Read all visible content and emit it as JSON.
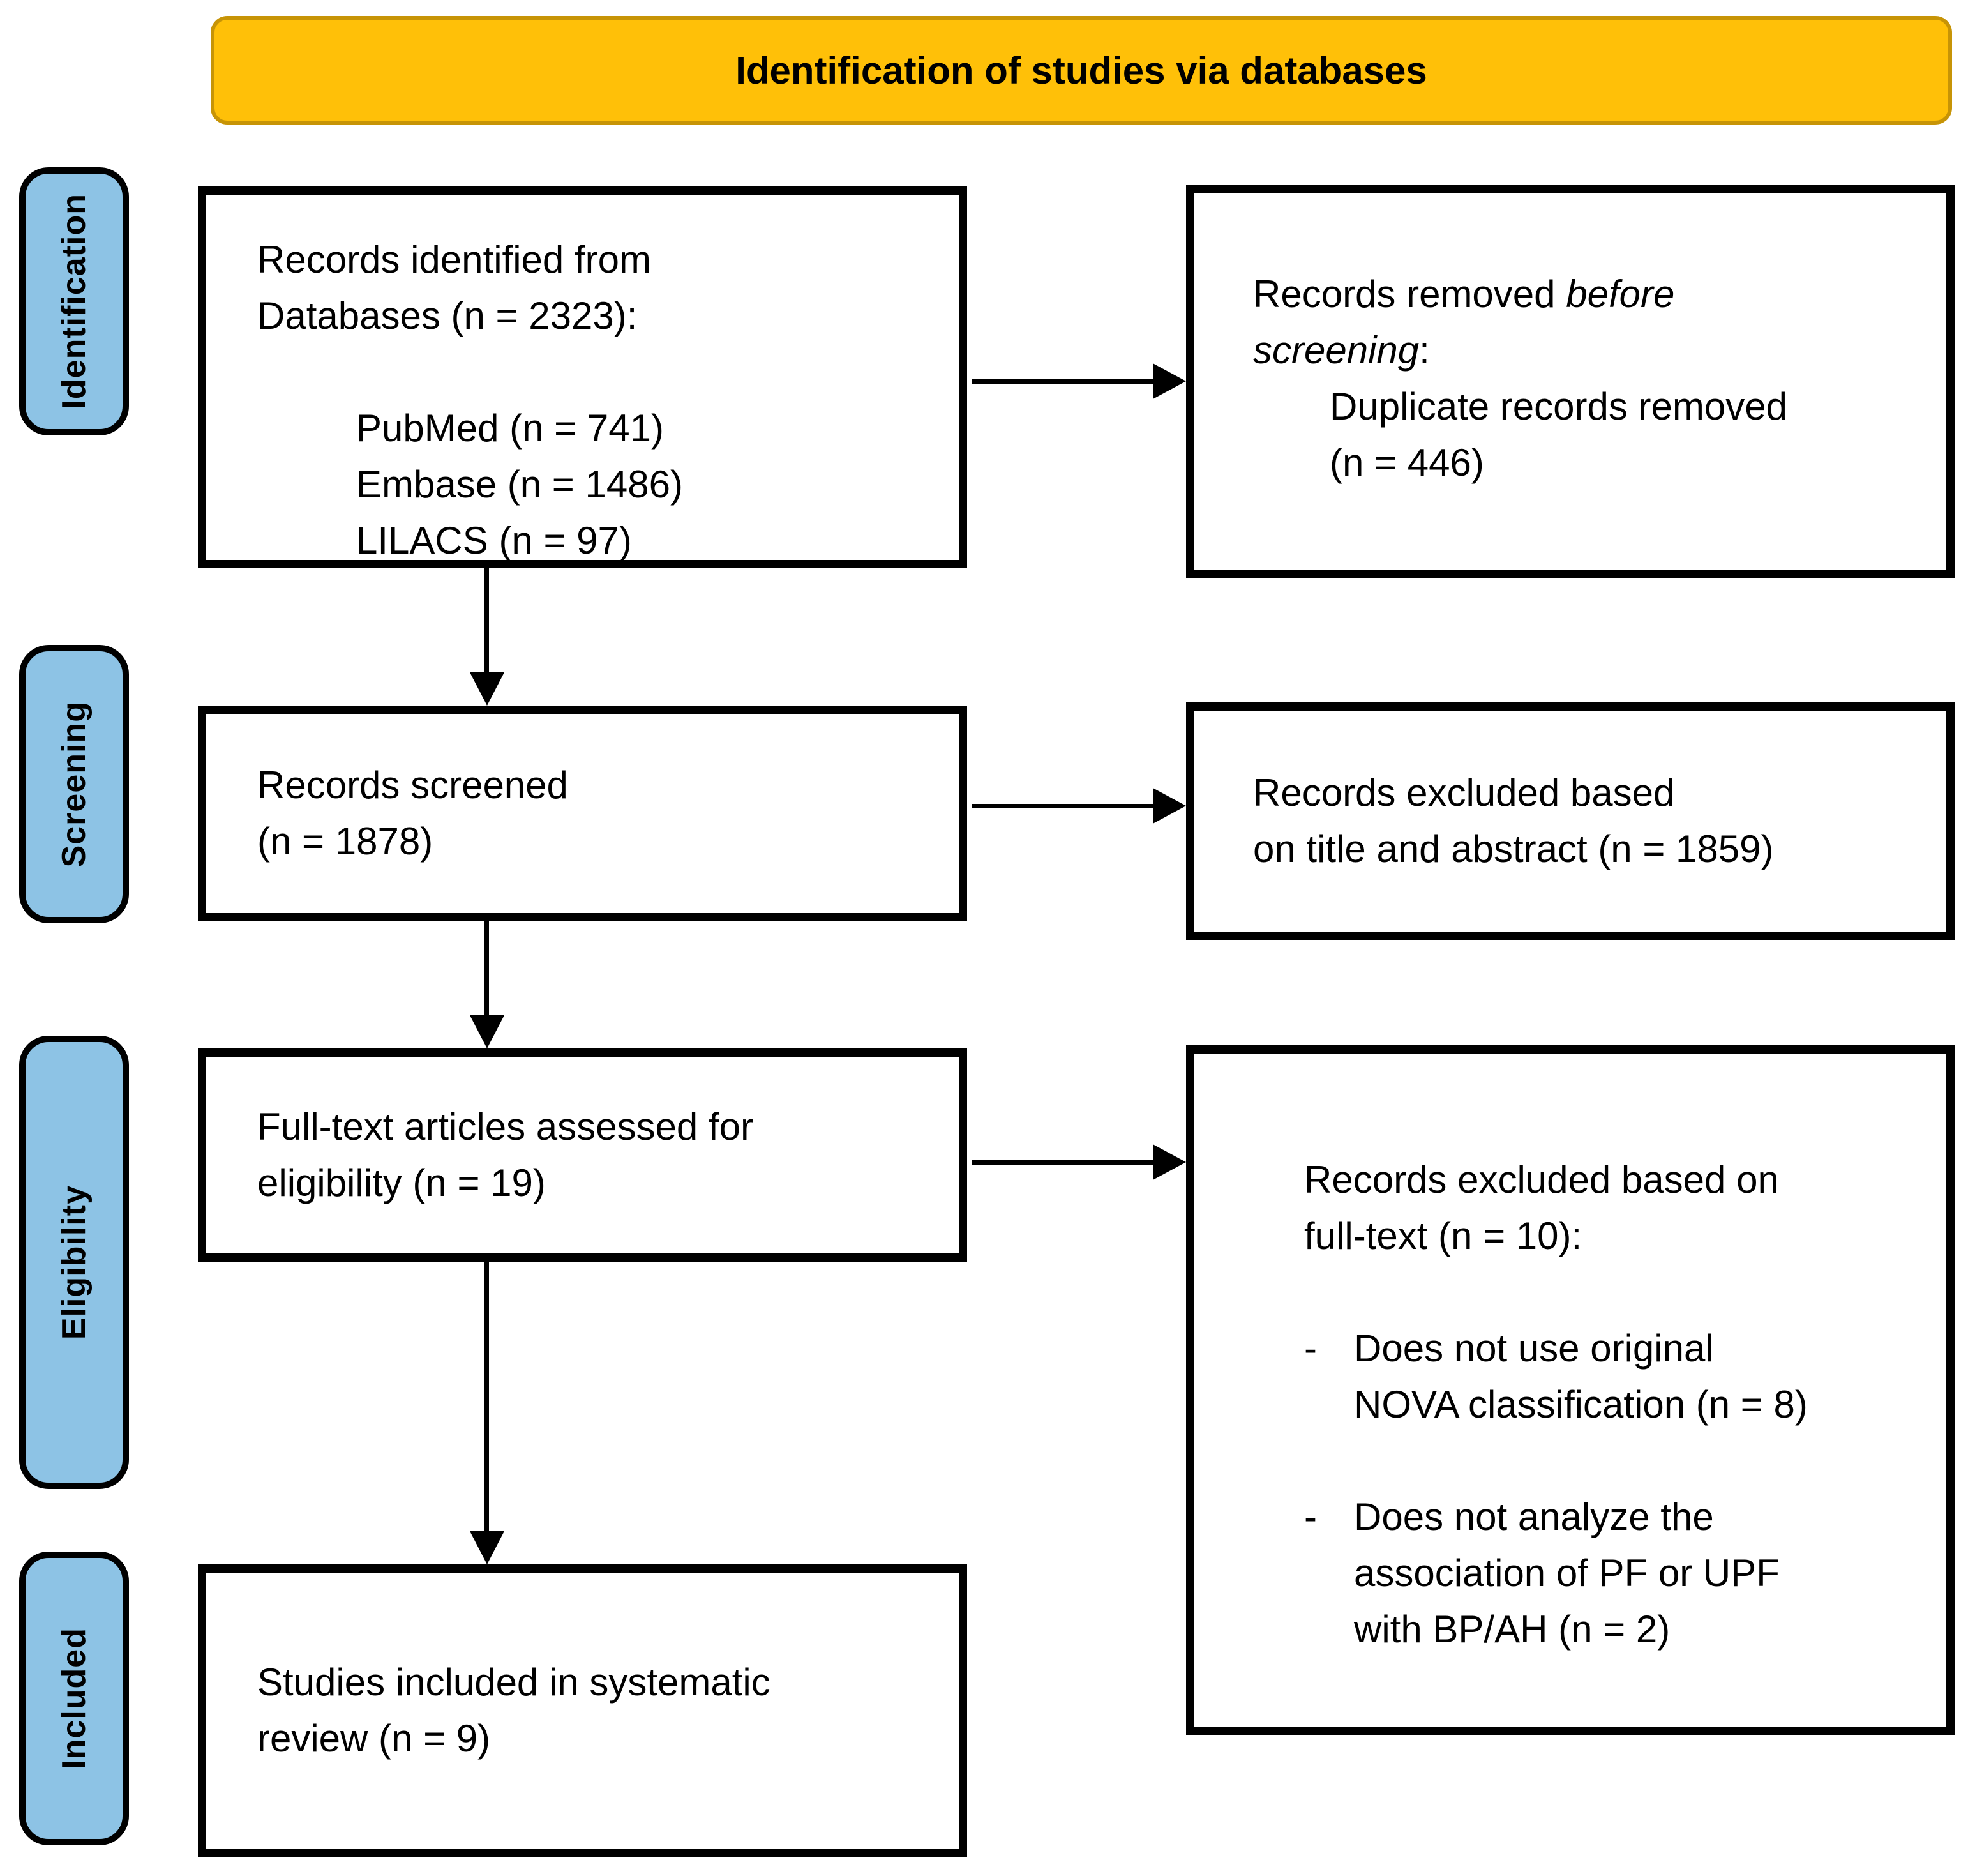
{
  "title": "Identification of studies via databases",
  "colors": {
    "header_bg": "#FFC008",
    "header_border": "#C79406",
    "stage_fill": "#8DC3E5",
    "line_color": "#000000"
  },
  "stages": [
    {
      "label": "Identification"
    },
    {
      "label": "Screening"
    },
    {
      "label": "Eligibility"
    },
    {
      "label": "Included"
    }
  ],
  "flow": {
    "records_identified": {
      "line1": "Records identified from",
      "line2": "Databases (n = 2323):",
      "sources": [
        "PubMed (n = 741)",
        "Embase (n = 1486)",
        "LILACS (n = 97)"
      ]
    },
    "records_removed": {
      "prefix": "Records removed ",
      "italic_word_1": "before",
      "italic_word_2": "screening",
      "suffix": ":",
      "detail_line1": "Duplicate records removed",
      "detail_line2": "(n = 446)"
    },
    "records_screened": {
      "line1": "Records screened",
      "line2": "(n = 1878)"
    },
    "records_excluded_title_abstract": {
      "line1": "Records excluded based",
      "line2": "on title and abstract (n = 1859)"
    },
    "full_text_assessed": {
      "line1": "Full-text articles assessed for",
      "line2": "eligibility (n = 19)"
    },
    "full_text_excluded": {
      "line1": "Records excluded based on",
      "line2": "full-text (n = 10):",
      "bullets": [
        {
          "marker": "-",
          "line1": "Does not use original",
          "line2": "NOVA classification (n = 8)"
        },
        {
          "marker": "-",
          "line1": "Does not analyze the",
          "line2": "association of PF or UPF",
          "line3": "with BP/AH (n = 2)"
        }
      ]
    },
    "studies_included": {
      "line1": "Studies included in systematic",
      "line2": "review (n = 9)"
    }
  }
}
